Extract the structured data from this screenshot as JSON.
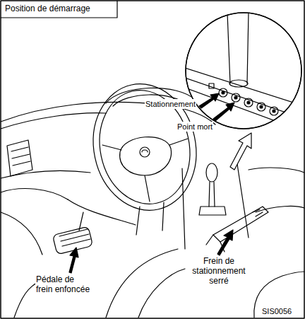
{
  "diagram": {
    "title": "Position de démarrage",
    "labels": [
      "Stationnement",
      "Point mort",
      "Pédale de frein enfoncée",
      "Frein de stationnement serré",
      "SIS0056"
    ]
  }
}
